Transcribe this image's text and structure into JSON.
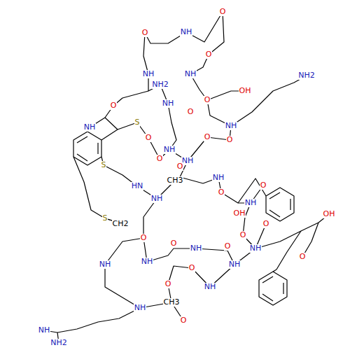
{
  "diagram": {
    "labels": [
      "O",
      "NH",
      "O",
      "NH",
      "O",
      "NH",
      "NH2",
      "OH",
      "NH",
      "O",
      "NH",
      "NH2",
      "O",
      "O",
      "NH",
      "S",
      "O",
      "NH",
      "O",
      "NH",
      "O",
      "O",
      "HN",
      "S",
      "CH3",
      "NH",
      "O",
      "NH",
      "O",
      "NH",
      "O",
      "OH",
      "O",
      "OH",
      "O",
      "NH",
      "O",
      "S",
      "CH2",
      "O",
      "NH",
      "NH",
      "O",
      "NH",
      "O",
      "NH",
      "O",
      "NH",
      "O",
      "CH3",
      "NH",
      "NH",
      "NH2",
      "O"
    ]
  }
}
